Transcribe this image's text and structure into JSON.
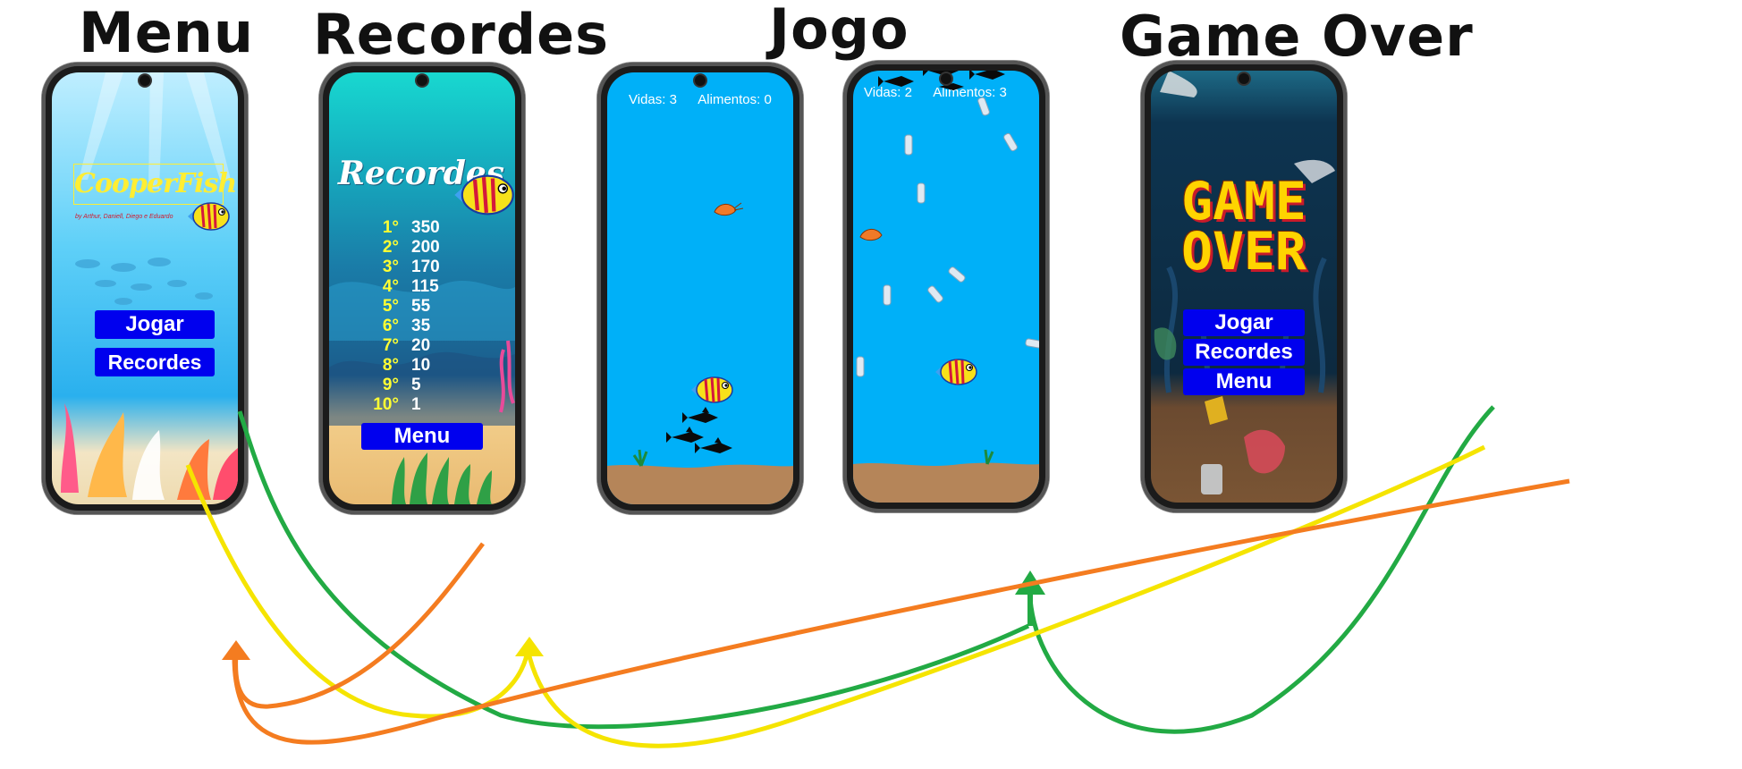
{
  "sections": {
    "menu": "Menu",
    "recordes": "Recordes",
    "jogo": "Jogo",
    "game_over": "Game Over"
  },
  "menu_screen": {
    "logo": "CooperFish",
    "byline": "by Arthur, Daniell, Diego e Eduardo",
    "play_button": "Jogar",
    "records_button": "Recordes"
  },
  "records_screen": {
    "title": "Recordes",
    "records": [
      {
        "pos": "1°",
        "score": "350"
      },
      {
        "pos": "2°",
        "score": "200"
      },
      {
        "pos": "3°",
        "score": "170"
      },
      {
        "pos": "4°",
        "score": "115"
      },
      {
        "pos": "5°",
        "score": "55"
      },
      {
        "pos": "6°",
        "score": "35"
      },
      {
        "pos": "7°",
        "score": "20"
      },
      {
        "pos": "8°",
        "score": "10"
      },
      {
        "pos": "9°",
        "score": "5"
      },
      {
        "pos": "10°",
        "score": "1"
      }
    ],
    "menu_button": "Menu"
  },
  "game_screen_1": {
    "lives": "Vidas: 3",
    "food": "Alimentos: 0"
  },
  "game_screen_2": {
    "lives": "Vidas: 2",
    "food": "Alimentos: 3"
  },
  "game_over_screen": {
    "banner_line1": "GAME",
    "banner_line2": "OVER",
    "play_button": "Jogar",
    "records_button": "Recordes",
    "menu_button": "Menu"
  },
  "colors": {
    "green_arrow": "#22aa44",
    "yellow_arrow": "#f5e400",
    "orange_arrow": "#f47c20",
    "button_blue": "#0000ee",
    "game_water": "#00b0f8",
    "game_sand": "#b58559"
  }
}
